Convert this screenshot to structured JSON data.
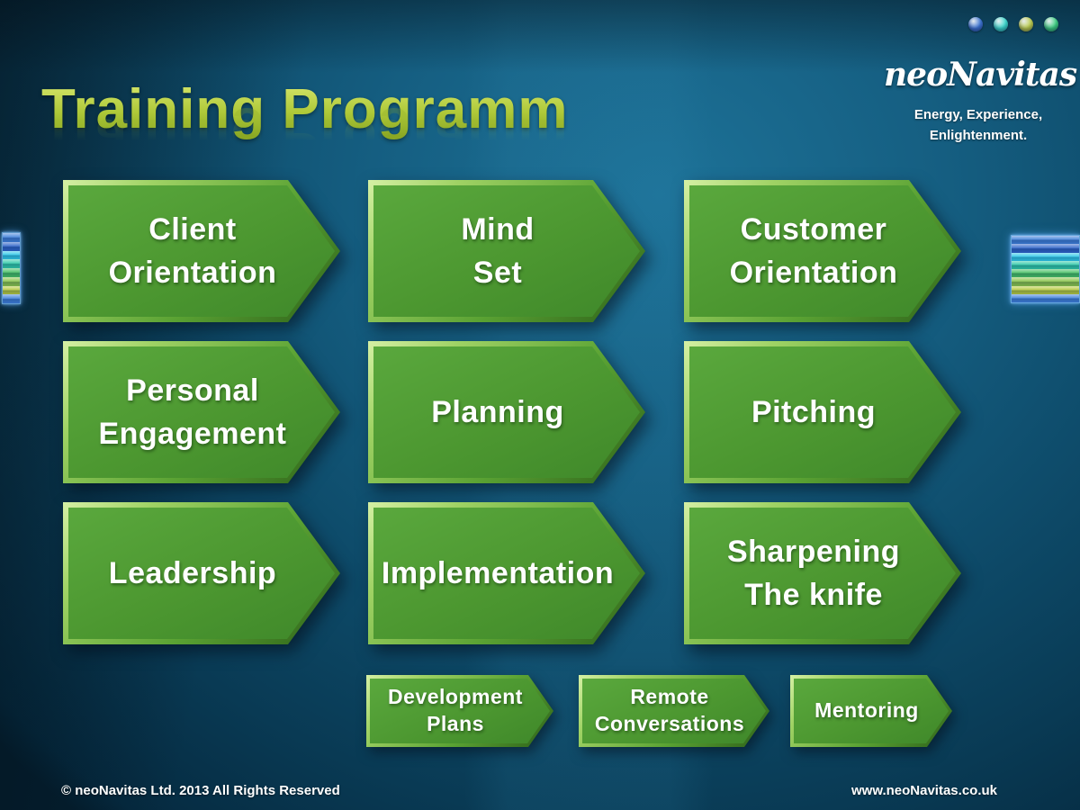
{
  "slide": {
    "title": "Training Programm",
    "footer": {
      "left": "© neoNavitas Ltd. 2013 All Rights Reserved",
      "right": "www.neoNavitas.co.uk"
    }
  },
  "logo": {
    "wordmark": "neoNavitas",
    "tagline": "Energy, Experience,\nEnlightenment."
  },
  "decor": {
    "dots": [
      {
        "name": "dot-blue",
        "color": "#3f77d6"
      },
      {
        "name": "dot-cyan",
        "color": "#3ddcd0"
      },
      {
        "name": "dot-yellow-green",
        "color": "#bfd14f"
      },
      {
        "name": "dot-green",
        "color": "#3ed383"
      }
    ],
    "ribbon_colors": [
      "#3f7fd9",
      "#2e63c8",
      "#2fc8e8",
      "#2fc9a8",
      "#45bf63",
      "#8ac44a",
      "#b5c83c",
      "#3f7fd9"
    ],
    "arrow_fill": "#4c9730",
    "arrow_bevel_light": "#a8d877",
    "background_teal": "#14597c",
    "title_color": "#aec838"
  },
  "arrows": {
    "big": [
      {
        "label": "Client\nOrientation"
      },
      {
        "label": "Mind\nSet"
      },
      {
        "label": "Customer\nOrientation"
      },
      {
        "label": "Personal\nEngagement"
      },
      {
        "label": "Planning"
      },
      {
        "label": "Pitching"
      },
      {
        "label": "Leadership"
      },
      {
        "label": "Implementation"
      },
      {
        "label": "Sharpening\nThe knife"
      }
    ],
    "small": [
      {
        "label": "Development\nPlans"
      },
      {
        "label": "Remote\nConversations"
      },
      {
        "label": "Mentoring"
      }
    ]
  }
}
